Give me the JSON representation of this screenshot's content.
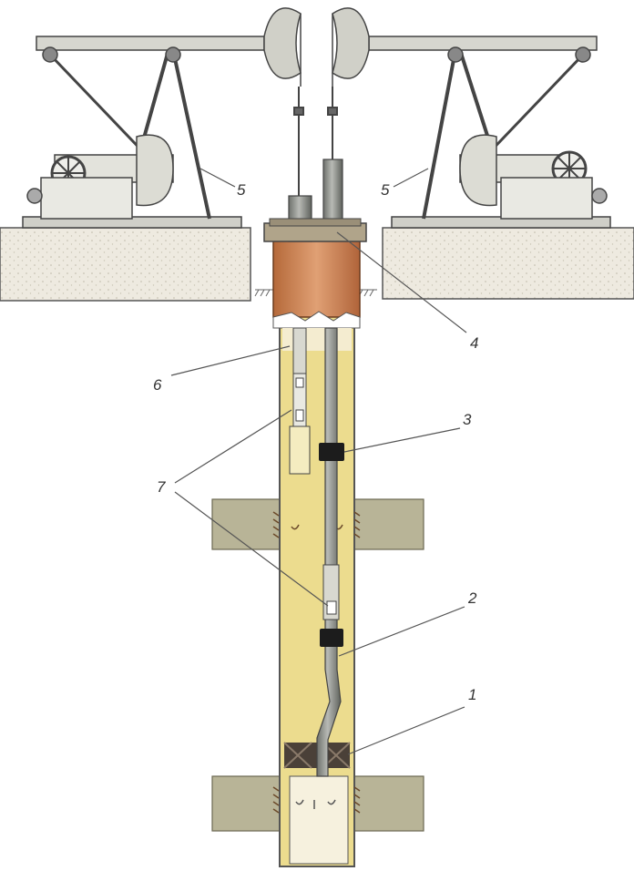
{
  "colors": {
    "ground": "#ece8dc",
    "soil": "#b9b59a",
    "steel": "#8f918c",
    "steel_dark": "#5d605b",
    "casing_upper": "#c97d48",
    "well_fluid": "#ecdc8e",
    "packer": "#4a4038",
    "coupling": "#1c1c1c",
    "lines": "#444444",
    "leader": "#555555"
  },
  "icons": [
    "pump-jack-left",
    "pump-jack-right",
    "wellhead",
    "casing",
    "pump-tubing",
    "packer",
    "perforation"
  ],
  "labels": {
    "l1": "1",
    "l2": "2",
    "l3": "3",
    "l4": "4",
    "l5a": "5",
    "l5b": "5",
    "l6": "6",
    "l7": "7"
  }
}
